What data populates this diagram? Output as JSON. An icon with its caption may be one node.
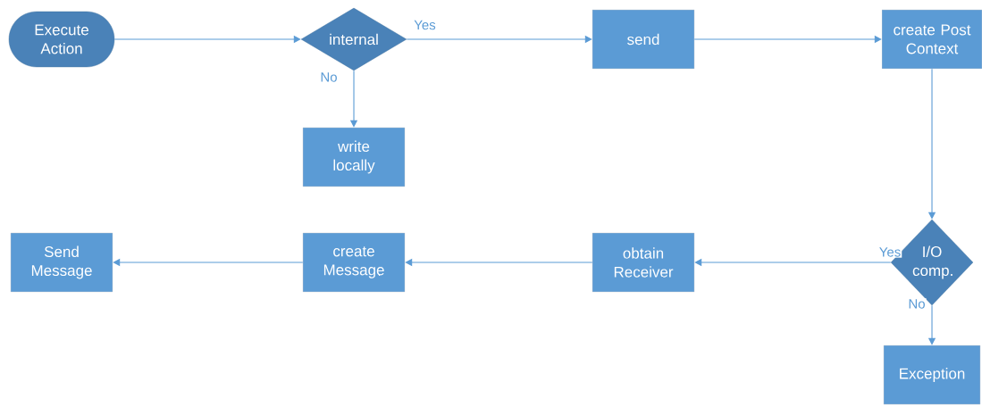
{
  "diagram": {
    "nodes": [
      {
        "text": [
          "Execute Action"
        ]
      },
      {
        "text": [
          "internal"
        ]
      },
      {
        "text": [
          "send"
        ]
      },
      {
        "text": [
          "create Post Context"
        ]
      },
      {
        "text": [
          "write locally"
        ]
      },
      {
        "text": [
          "I/O comp."
        ]
      },
      {
        "text": [
          "obtain Receiver"
        ]
      },
      {
        "text": [
          "create Message"
        ]
      },
      {
        "text": [
          "Send Message"
        ]
      },
      {
        "text": [
          "Exception"
        ]
      }
    ],
    "edges": [
      {
        "from": 0,
        "to": 1,
        "arrow": "to"
      },
      {
        "from": 1,
        "to": 2,
        "arrow": "to",
        "label": "Yes"
      },
      {
        "from": 1,
        "to": 4,
        "arrow": "to",
        "label": "No"
      },
      {
        "from": 2,
        "to": 3,
        "arrow": "to"
      },
      {
        "from": 3,
        "to": 5,
        "arrow": "to"
      },
      {
        "from": 5,
        "to": 6,
        "arrow": "to",
        "label": "Yes"
      },
      {
        "from": 5,
        "to": 9,
        "arrow": "to",
        "label": "No"
      },
      {
        "from": 6,
        "to": 7,
        "arrow": "to"
      },
      {
        "from": 7,
        "to": 8,
        "arrow": "to"
      }
    ]
  }
}
